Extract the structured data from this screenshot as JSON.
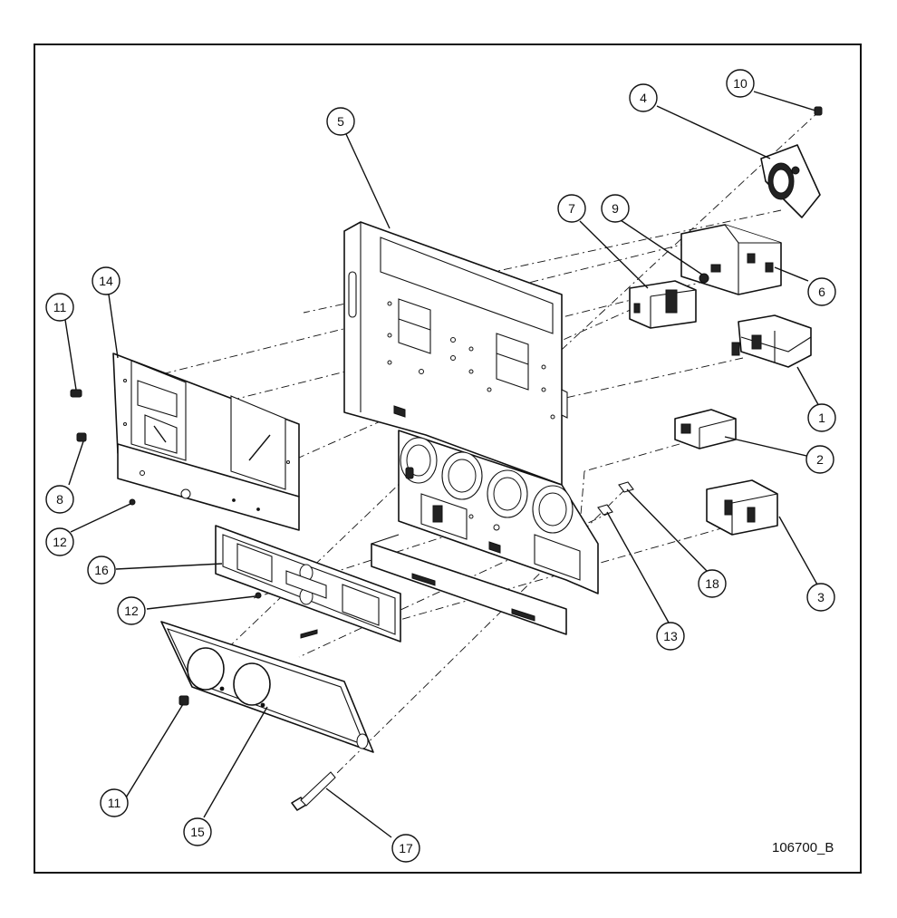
{
  "drawing": {
    "id_label": "106700_B"
  },
  "callouts": [
    {
      "label": "1"
    },
    {
      "label": "2"
    },
    {
      "label": "3"
    },
    {
      "label": "4"
    },
    {
      "label": "5"
    },
    {
      "label": "6"
    },
    {
      "label": "7"
    },
    {
      "label": "8"
    },
    {
      "label": "9"
    },
    {
      "label": "10"
    },
    {
      "label": "11"
    },
    {
      "label": "11"
    },
    {
      "label": "12"
    },
    {
      "label": "12"
    },
    {
      "label": "13"
    },
    {
      "label": "14"
    },
    {
      "label": "15"
    },
    {
      "label": "16"
    },
    {
      "label": "17"
    },
    {
      "label": "18"
    }
  ]
}
